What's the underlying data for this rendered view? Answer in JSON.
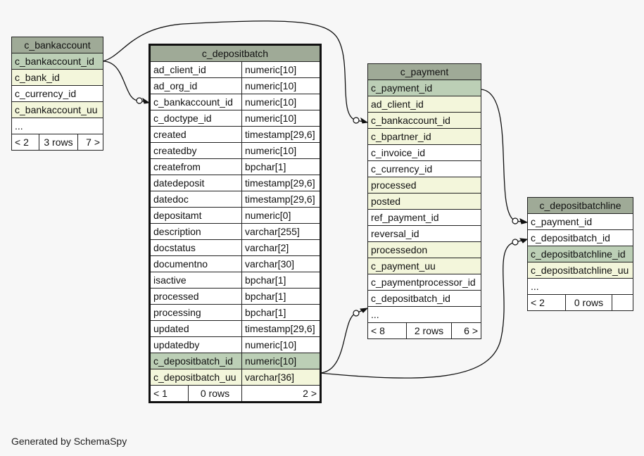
{
  "tables": {
    "c_bankaccount": {
      "name": "c_bankaccount",
      "rows": [
        {
          "col": "c_bankaccount_id",
          "kind": "pk"
        },
        {
          "col": "c_bank_id",
          "kind": "idx"
        },
        {
          "col": "c_currency_id",
          "kind": "plain"
        },
        {
          "col": "c_bankaccount_uu",
          "kind": "idx"
        },
        {
          "col": "...",
          "kind": "plain"
        }
      ],
      "footer": {
        "parents": "< 2",
        "rows": "3 rows",
        "children": "7 >"
      }
    },
    "c_depositbatch": {
      "name": "c_depositbatch",
      "rows": [
        {
          "col": "ad_client_id",
          "type": "numeric[10]",
          "kind": "plain"
        },
        {
          "col": "ad_org_id",
          "type": "numeric[10]",
          "kind": "plain"
        },
        {
          "col": "c_bankaccount_id",
          "type": "numeric[10]",
          "kind": "plain"
        },
        {
          "col": "c_doctype_id",
          "type": "numeric[10]",
          "kind": "plain"
        },
        {
          "col": "created",
          "type": "timestamp[29,6]",
          "kind": "plain"
        },
        {
          "col": "createdby",
          "type": "numeric[10]",
          "kind": "plain"
        },
        {
          "col": "createfrom",
          "type": "bpchar[1]",
          "kind": "plain"
        },
        {
          "col": "datedeposit",
          "type": "timestamp[29,6]",
          "kind": "plain"
        },
        {
          "col": "datedoc",
          "type": "timestamp[29,6]",
          "kind": "plain"
        },
        {
          "col": "depositamt",
          "type": "numeric[0]",
          "kind": "plain"
        },
        {
          "col": "description",
          "type": "varchar[255]",
          "kind": "plain"
        },
        {
          "col": "docstatus",
          "type": "varchar[2]",
          "kind": "plain"
        },
        {
          "col": "documentno",
          "type": "varchar[30]",
          "kind": "plain"
        },
        {
          "col": "isactive",
          "type": "bpchar[1]",
          "kind": "plain"
        },
        {
          "col": "processed",
          "type": "bpchar[1]",
          "kind": "plain"
        },
        {
          "col": "processing",
          "type": "bpchar[1]",
          "kind": "plain"
        },
        {
          "col": "updated",
          "type": "timestamp[29,6]",
          "kind": "plain"
        },
        {
          "col": "updatedby",
          "type": "numeric[10]",
          "kind": "plain"
        },
        {
          "col": "c_depositbatch_id",
          "type": "numeric[10]",
          "kind": "pk"
        },
        {
          "col": "c_depositbatch_uu",
          "type": "varchar[36]",
          "kind": "idx"
        }
      ],
      "footer": {
        "parents": "< 1",
        "rows": "0 rows",
        "children": "2 >"
      }
    },
    "c_payment": {
      "name": "c_payment",
      "rows": [
        {
          "col": "c_payment_id",
          "kind": "pk"
        },
        {
          "col": "ad_client_id",
          "kind": "idx"
        },
        {
          "col": "c_bankaccount_id",
          "kind": "idx"
        },
        {
          "col": "c_bpartner_id",
          "kind": "idx"
        },
        {
          "col": "c_invoice_id",
          "kind": "plain"
        },
        {
          "col": "c_currency_id",
          "kind": "plain"
        },
        {
          "col": "processed",
          "kind": "idx"
        },
        {
          "col": "posted",
          "kind": "idx"
        },
        {
          "col": "ref_payment_id",
          "kind": "plain"
        },
        {
          "col": "reversal_id",
          "kind": "plain"
        },
        {
          "col": "processedon",
          "kind": "idx"
        },
        {
          "col": "c_payment_uu",
          "kind": "idx"
        },
        {
          "col": "c_paymentprocessor_id",
          "kind": "plain"
        },
        {
          "col": "c_depositbatch_id",
          "kind": "plain"
        },
        {
          "col": "...",
          "kind": "plain"
        }
      ],
      "footer": {
        "parents": "< 8",
        "rows": "2 rows",
        "children": "6 >"
      }
    },
    "c_depositbatchline": {
      "name": "c_depositbatchline",
      "rows": [
        {
          "col": "c_payment_id",
          "kind": "plain"
        },
        {
          "col": "c_depositbatch_id",
          "kind": "plain"
        },
        {
          "col": "c_depositbatchline_id",
          "kind": "pk"
        },
        {
          "col": "c_depositbatchline_uu",
          "kind": "idx"
        },
        {
          "col": "...",
          "kind": "plain"
        }
      ],
      "footer": {
        "parents": "< 2",
        "rows": "0 rows",
        "children": ""
      }
    }
  },
  "colors": {
    "header": "#9faa97",
    "primary_key": "#bccfb6",
    "indexed": "#f3f6db",
    "plain": "#ffffff"
  },
  "footer_text": "Generated by SchemaSpy"
}
